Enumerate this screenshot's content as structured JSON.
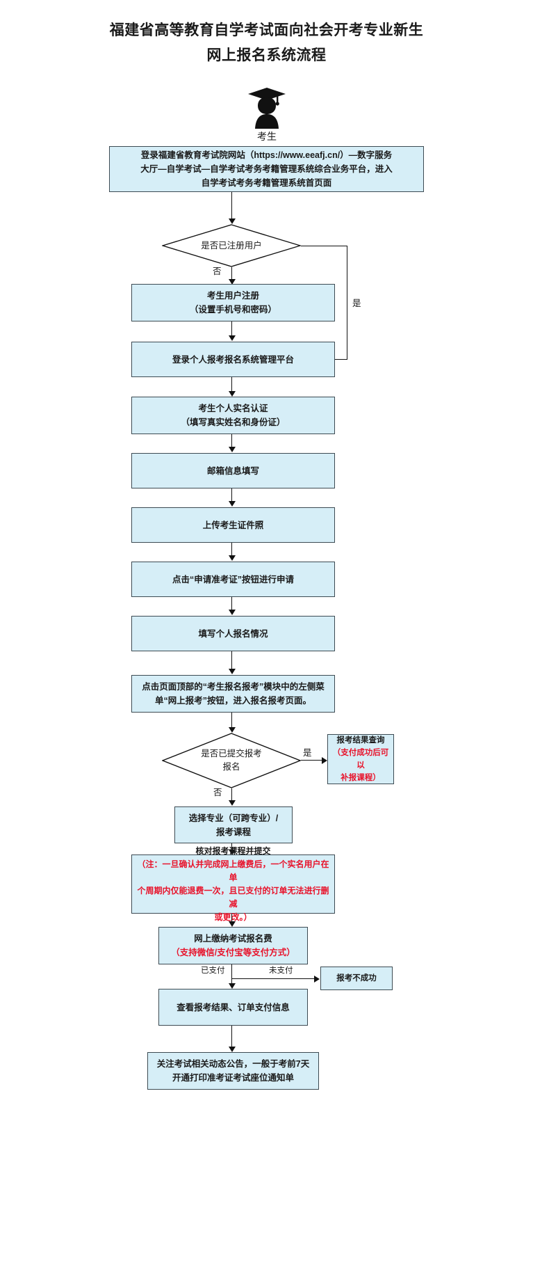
{
  "title": {
    "line1": "福建省高等教育自学考试面向社会开考专业新生",
    "line2": "网上报名系统流程"
  },
  "actor": {
    "icon": "graduate-student-icon",
    "label": "考生"
  },
  "colors": {
    "box_fill": "#d6eef7",
    "box_border": "#3c4a52",
    "line": "#111111",
    "note_red": "#e8122a"
  },
  "nodes": {
    "login_site": {
      "line1": "登录福建省教育考试院网站（https://www.eeafj.cn/）—数字服务",
      "line2": "大厅—自学考试—自学考试考务考籍管理系统综合业务平台，进入",
      "line3": "自学考试考务考籍管理系统首页面"
    },
    "decision_registered": {
      "text": "是否已注册用户",
      "branch_no": "否",
      "branch_yes": "是"
    },
    "user_register": {
      "line1": "考生用户注册",
      "line2": "（设置手机号和密码）"
    },
    "login_platform": {
      "line1": "登录个人报考报名系统管理平台"
    },
    "realname_auth": {
      "line1": "考生个人实名认证",
      "line2": "（填写真实姓名和身份证）"
    },
    "email_fill": {
      "line1": "邮箱信息填写"
    },
    "upload_photo": {
      "line1": "上传考生证件照"
    },
    "apply_admission_ticket": {
      "line1": "点击“申请准考证”按钮进行申请"
    },
    "fill_registration": {
      "line1": "填写个人报名情况"
    },
    "online_exam_entry": {
      "line1": "点击页面顶部的“考生报名报考”模块中的左侧菜",
      "line2": "单“网上报考”按钮，进入报名报考页面。"
    },
    "decision_submitted": {
      "line1": "是否已提交报考",
      "line2": "报名",
      "branch_yes": "是",
      "branch_no": "否"
    },
    "result_query": {
      "line1": "报考结果查询",
      "line2": "（支付成功后可以",
      "line3": "补报课程）",
      "red_lines": [
        2,
        3
      ]
    },
    "select_major": {
      "line1": "选择专业（可跨专业）/",
      "line2": "报考课程"
    },
    "verify_submit": {
      "line1": "核对报考课程并提交",
      "line2": "（注：一旦确认并完成网上缴费后，一个实名用户在单",
      "line3": "个周期内仅能退费一次，且已支付的订单无法进行删减",
      "line4": "或更改。）",
      "red_lines": [
        2,
        3,
        4
      ]
    },
    "pay_fee": {
      "line1": "网上缴纳考试报名费",
      "line2": "（支持微信/支付宝等支付方式）",
      "red_lines": [
        2
      ]
    },
    "pay_branch_paid": "已支付",
    "pay_branch_unpaid": "未支付",
    "fail_result": {
      "line1": "报考不成功"
    },
    "view_result": {
      "line1": "查看报考结果、订单支付信息"
    },
    "final_notice": {
      "line1": "关注考试相关动态公告，一般于考前7天",
      "line2": "开通打印准考证考试座位通知单"
    }
  }
}
